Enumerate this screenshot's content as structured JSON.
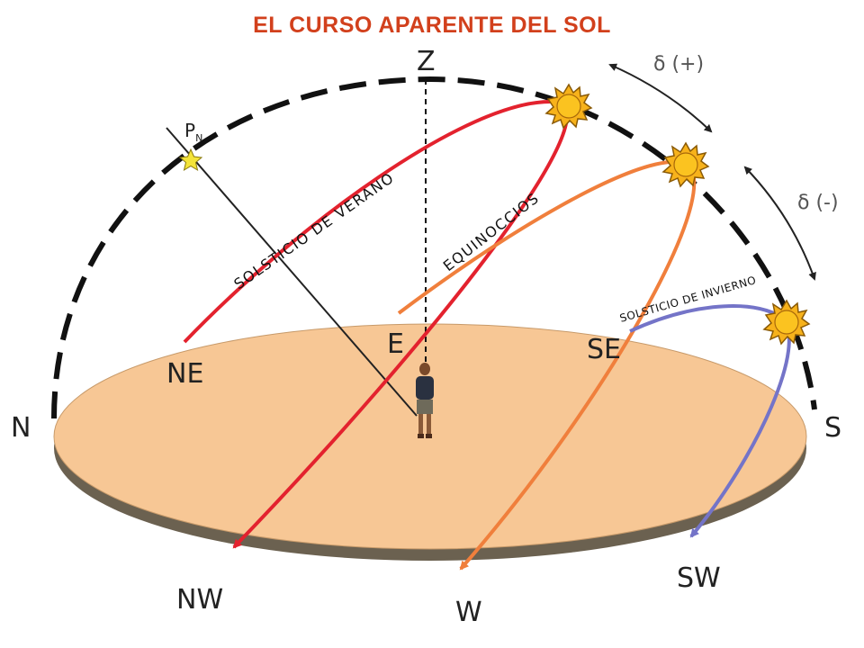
{
  "title": "EL CURSO APARENTE DEL SOL",
  "colors": {
    "title": "#d2401c",
    "ground_top": "#f7c795",
    "ground_rim": "#6b6150",
    "summer_path": "#e3222e",
    "equinox_path": "#f07f3c",
    "winter_path": "#7474c8",
    "sky_dome": "#111111",
    "sun": "#f7b21b",
    "star": "#f4e43a"
  },
  "labels": {
    "zenith": "Z",
    "pole": "P",
    "pole_sub": "N",
    "north": "N",
    "south": "S",
    "northeast": "NE",
    "east": "E",
    "southeast": "SE",
    "northwest": "NW",
    "west": "W",
    "southwest": "SW",
    "delta_plus": "δ (+)",
    "delta_minus": "δ (-)"
  },
  "paths": {
    "summer": "SOLSTICIO DE VERANO",
    "equinox": "EQUINOCCIOS",
    "winter": "SOLSTICIO DE INVIERNO"
  },
  "icons": {
    "sun": "sun-icon",
    "star": "star-icon",
    "observer": "person-icon"
  }
}
